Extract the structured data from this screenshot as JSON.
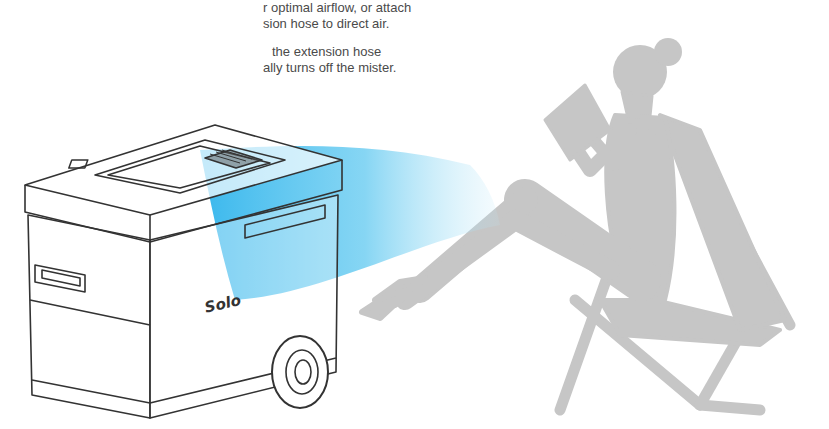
{
  "diagram": {
    "labels": [
      "r optimal airflow, or attach",
      "sion hose to direct air.",
      "the extension hose",
      "ally turns off the mister.",
      "Solo"
    ]
  }
}
